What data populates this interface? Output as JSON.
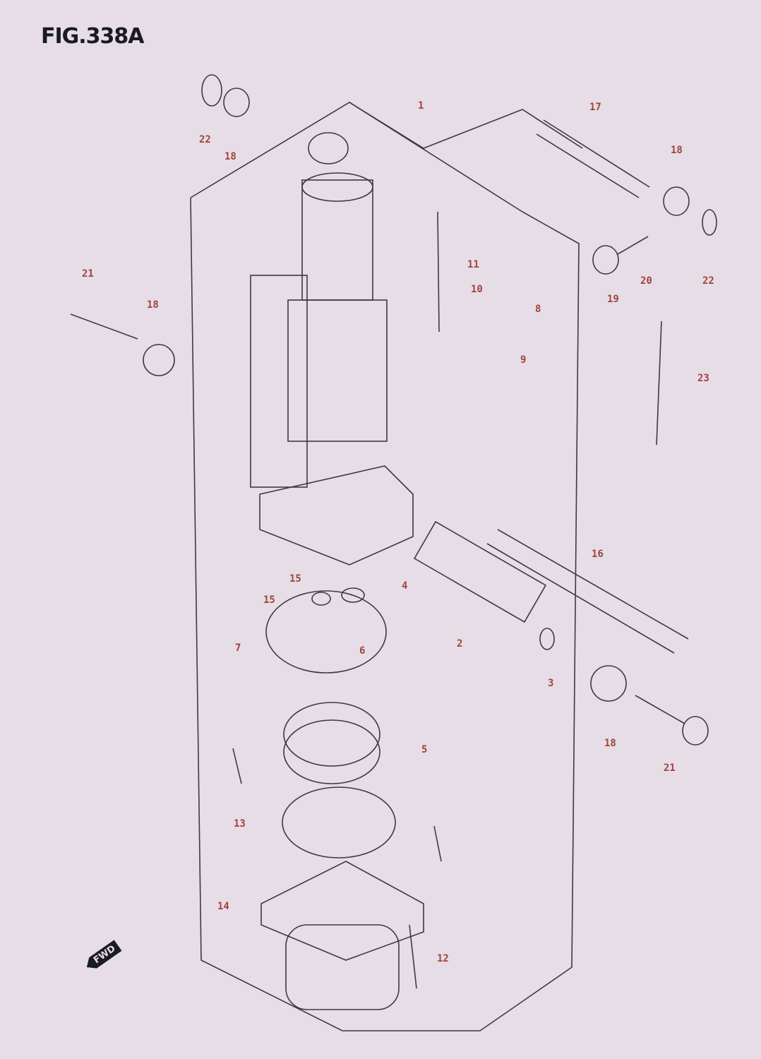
{
  "figure": {
    "title": "FIG.338A",
    "direction_marker": "FWD"
  },
  "callouts": [
    {
      "id": "c1",
      "text": "1"
    },
    {
      "id": "c17",
      "text": "17"
    },
    {
      "id": "c22a",
      "text": "22"
    },
    {
      "id": "c18a",
      "text": "18"
    },
    {
      "id": "c18b",
      "text": "18"
    },
    {
      "id": "c11",
      "text": "11"
    },
    {
      "id": "c10",
      "text": "10"
    },
    {
      "id": "c21a",
      "text": "21"
    },
    {
      "id": "c18c",
      "text": "18"
    },
    {
      "id": "c20",
      "text": "20"
    },
    {
      "id": "c22b",
      "text": "22"
    },
    {
      "id": "c19",
      "text": "19"
    },
    {
      "id": "c8",
      "text": "8"
    },
    {
      "id": "c9",
      "text": "9"
    },
    {
      "id": "c23",
      "text": "23"
    },
    {
      "id": "c16",
      "text": "16"
    },
    {
      "id": "c15a",
      "text": "15"
    },
    {
      "id": "c15b",
      "text": "15"
    },
    {
      "id": "c4",
      "text": "4"
    },
    {
      "id": "c2",
      "text": "2"
    },
    {
      "id": "c7",
      "text": "7"
    },
    {
      "id": "c6",
      "text": "6"
    },
    {
      "id": "c3",
      "text": "3"
    },
    {
      "id": "c18d",
      "text": "18"
    },
    {
      "id": "c21b",
      "text": "21"
    },
    {
      "id": "c5",
      "text": "5"
    },
    {
      "id": "c13",
      "text": "13"
    },
    {
      "id": "c14",
      "text": "14"
    },
    {
      "id": "c12",
      "text": "12"
    }
  ]
}
